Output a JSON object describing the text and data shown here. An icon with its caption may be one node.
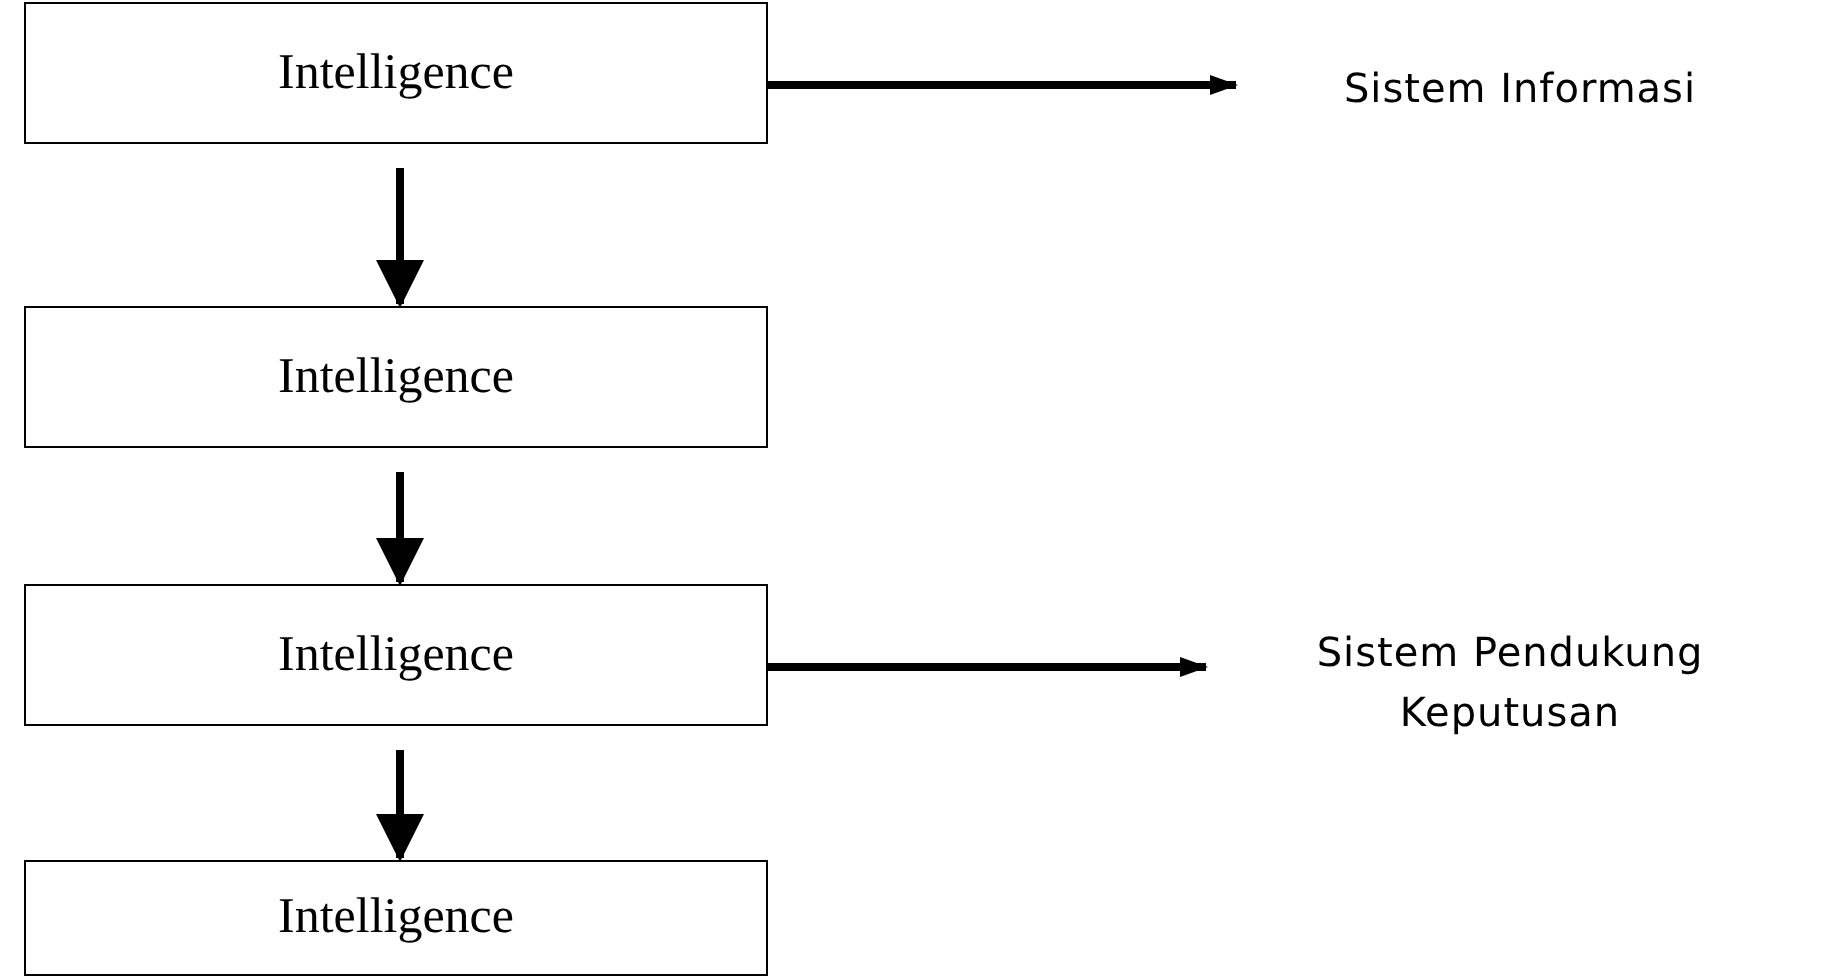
{
  "diagram": {
    "nodes": [
      {
        "text": [
          "Intelligence"
        ]
      },
      {
        "text": [
          "Intelligence"
        ]
      },
      {
        "text": [
          "Intelligence"
        ]
      },
      {
        "text": [
          "Intelligence"
        ]
      },
      {
        "text": [
          "Sistem Informasi"
        ]
      },
      {
        "text": [
          "Sistem Pendukung Keputusan"
        ]
      }
    ],
    "edges": [
      {
        "from": 0,
        "to": 1,
        "arrow": "to"
      },
      {
        "from": 1,
        "to": 2,
        "arrow": "to"
      },
      {
        "from": 2,
        "to": 3,
        "arrow": "to"
      },
      {
        "from": 0,
        "to": 4,
        "arrow": "to"
      },
      {
        "from": 2,
        "to": 5,
        "arrow": "to"
      }
    ]
  }
}
